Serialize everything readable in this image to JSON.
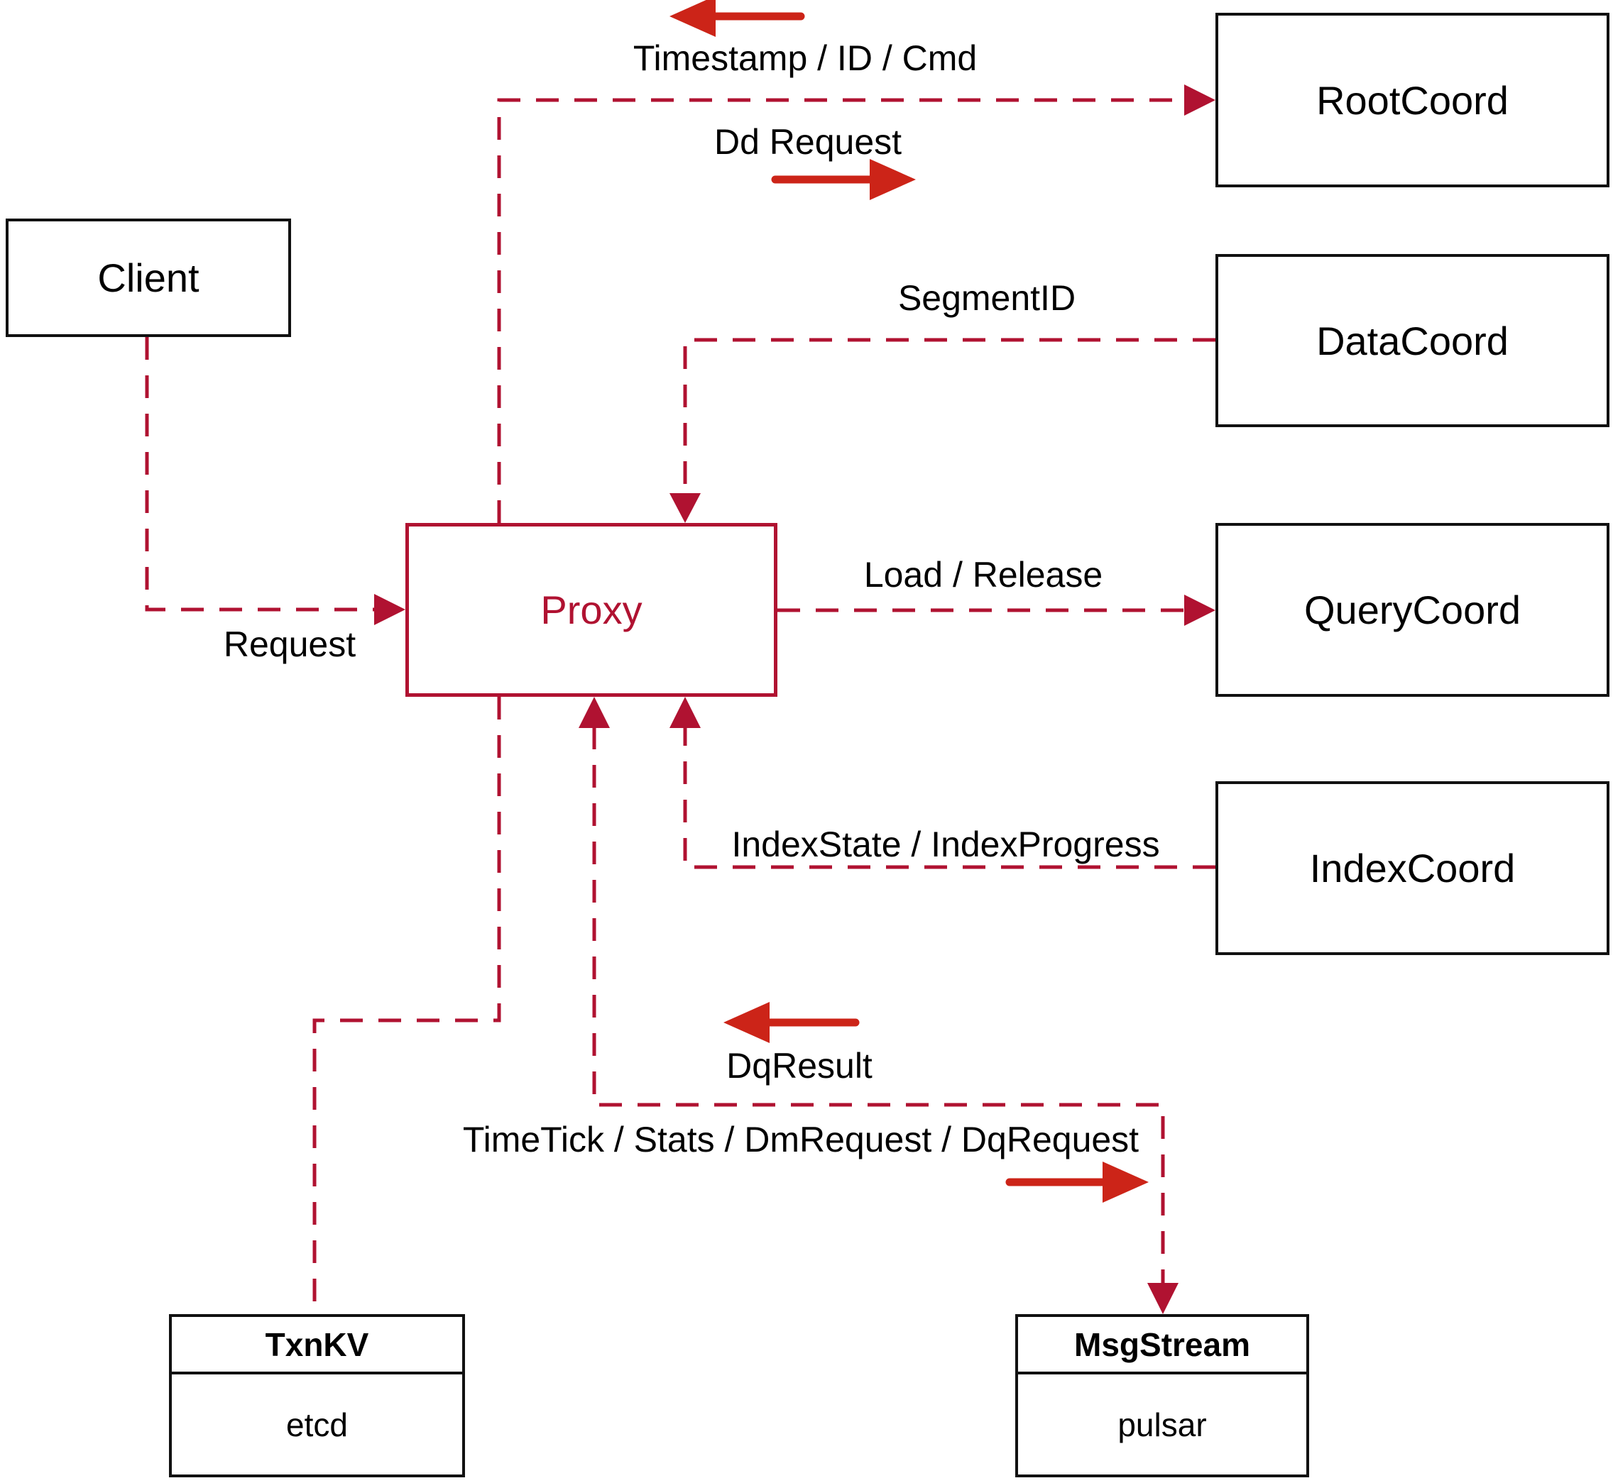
{
  "colors": {
    "line_red": "#b01231",
    "arrow_red": "#cc2418",
    "box_border": "#111111",
    "text_black": "#000000",
    "bg": "#ffffff"
  },
  "nodes": {
    "client": {
      "label": "Client"
    },
    "rootcoord": {
      "label": "RootCoord"
    },
    "datacoord": {
      "label": "DataCoord"
    },
    "querycoord": {
      "label": "QueryCoord"
    },
    "indexcoord": {
      "label": "IndexCoord"
    },
    "proxy": {
      "label": "Proxy"
    },
    "txnkv": {
      "title": "TxnKV",
      "impl": "etcd"
    },
    "msgstream": {
      "title": "MsgStream",
      "impl": "pulsar"
    }
  },
  "edge_labels": {
    "timestamp_id_cmd": "Timestamp / ID / Cmd",
    "dd_request": "Dd Request",
    "segment_id": "SegmentID",
    "request": "Request",
    "load_release": "Load / Release",
    "index_state": "IndexState / IndexProgress",
    "dq_result": "DqResult",
    "time_tick": "TimeTick / Stats / DmRequest / DqRequest"
  }
}
